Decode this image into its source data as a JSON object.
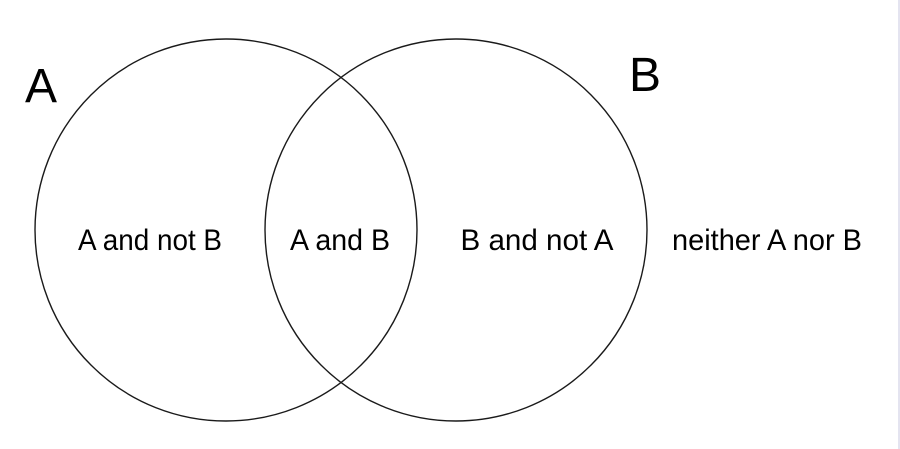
{
  "diagram": {
    "type": "venn",
    "set_a": {
      "label": "A"
    },
    "set_b": {
      "label": "B"
    },
    "regions": {
      "a_not_b": "A and not B",
      "a_and_b": "A and B",
      "b_not_a": "B and not A",
      "neither": "neither A nor B"
    },
    "colors": {
      "background": "#ffffff",
      "outline": "#1a1a1a",
      "text": "#000000",
      "right_edge_line": "#e4e4f0"
    }
  }
}
